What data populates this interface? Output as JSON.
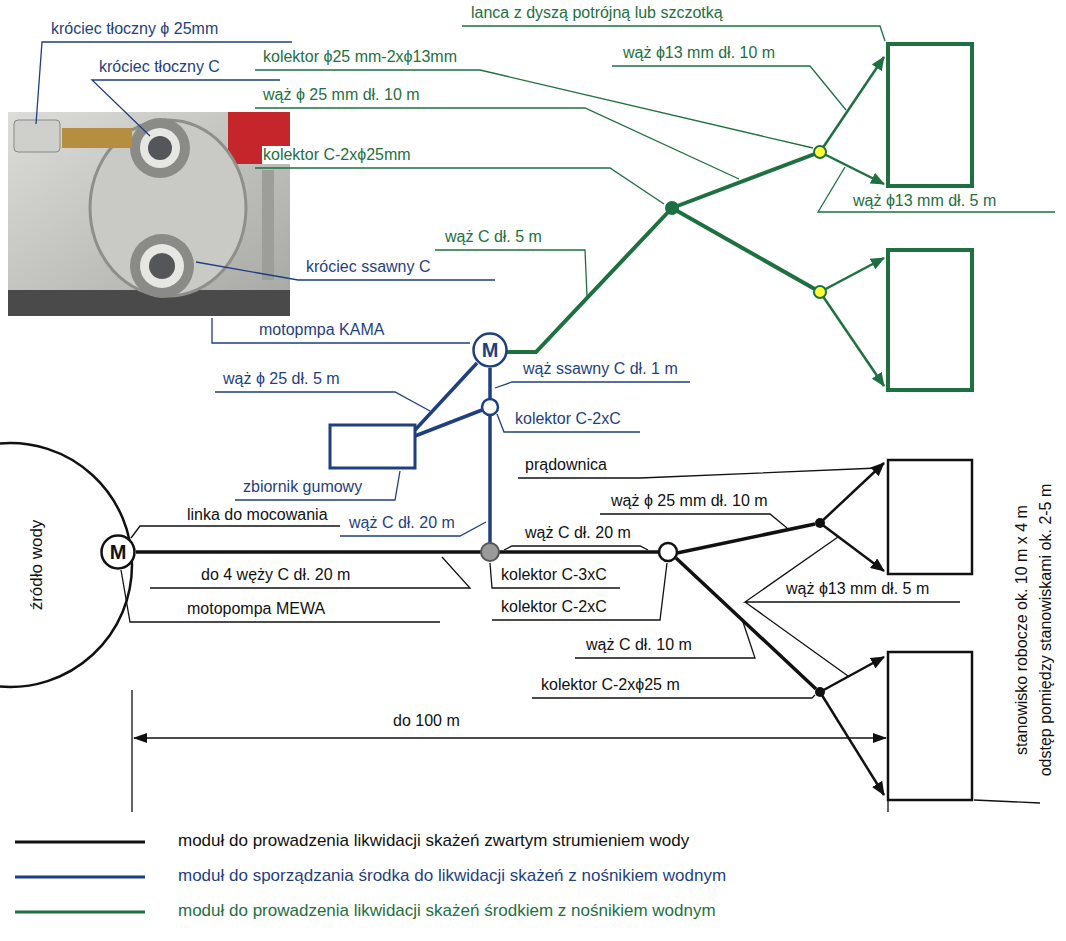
{
  "diagram": {
    "nodes": [
      {
        "text": [
          "źródło wody"
        ]
      },
      {
        "text": [
          "M"
        ]
      },
      {
        "text": [
          "M"
        ]
      }
    ],
    "edges": [
      {
        "from": 1,
        "to": 2,
        "arrow": "none"
      }
    ],
    "labels": [
      "króciec tłoczny ϕ 25mm",
      "króciec tłoczny C",
      "króciec ssawny C",
      "motopmpa KAMA",
      "lanca z dyszą potrójną lub szczotką",
      "kolektor ϕ25 mm-2xϕ13mm",
      "wąż ϕ13 mm dł. 10 m",
      "wąż ϕ 25 mm dł. 10 m",
      "kolektor C-2xϕ25mm",
      "wąż ϕ13 mm dł. 5 m",
      "wąż C dł. 5 m",
      "wąż ϕ 25 dł. 5 m",
      "wąż ssawny C dł. 1 m",
      "kolektor C-2xC",
      "zbiornik gumowy",
      "wąż C dł. 20 m",
      "prądownica",
      "wąż ϕ 25 mm dł. 10 m",
      "linka do mocowania",
      "wąż C dł. 20 m",
      "do 4 węży C dł. 20 m",
      "kolektor C-3xC",
      "motopompa MEWA",
      "kolektor C-2xC",
      "wąż ϕ13 mm dł. 5 m",
      "wąż C dł. 10 m",
      "kolektor C-2xϕ25 m",
      "do 100 m",
      "stanowisko robocze ok. 10 m x 4 m",
      "odstęp pomiędzy stanowiskami ok. 2-5 m"
    ],
    "legend": [
      {
        "text": "moduł do prowadzenia likwidacji skażeń zwartym strumieniem wody"
      },
      {
        "text": "moduł do sporządzania środka do likwidacji skażeń z nośnikiem wodnym"
      },
      {
        "text": "moduł do prowadzenia likwidacji skażeń środkiem z nośnikiem wodnym"
      }
    ]
  }
}
